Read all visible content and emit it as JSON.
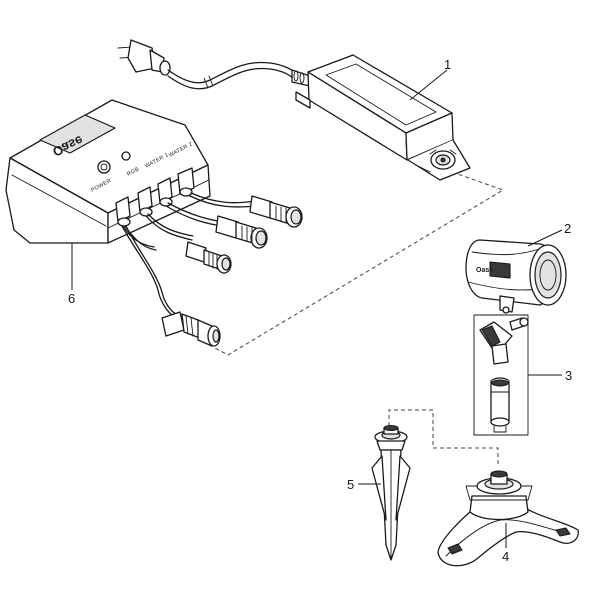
{
  "diagram": {
    "callouts": [
      {
        "id": "1",
        "label": "1"
      },
      {
        "id": "2",
        "label": "2"
      },
      {
        "id": "3",
        "label": "3"
      },
      {
        "id": "4",
        "label": "4"
      },
      {
        "id": "5",
        "label": "5"
      },
      {
        "id": "6",
        "label": "6"
      }
    ],
    "controller": {
      "brand": "Oase",
      "port_labels": [
        "POWER",
        "RGB",
        "WATER 1",
        "WATER 2"
      ]
    },
    "spotlight": {
      "brand": "Oase"
    }
  }
}
